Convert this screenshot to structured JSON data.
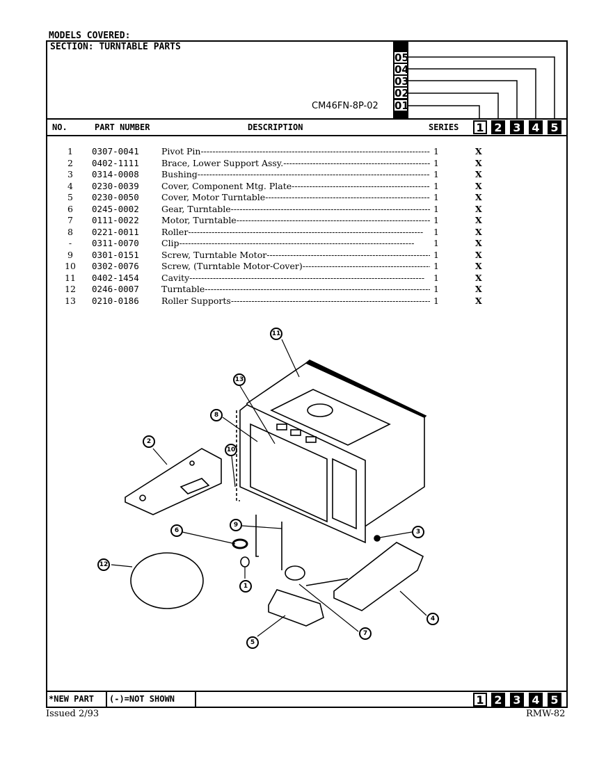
{
  "header": {
    "models_covered": "MODELS COVERED:",
    "section": "SECTION: TURNTABLE PARTS",
    "model": "CM46FN-8P-02",
    "version_labels": [
      "05",
      "04",
      "03",
      "02",
      "01"
    ]
  },
  "columns": {
    "no": "NO.",
    "part_number": "PART NUMBER",
    "description": "DESCRIPTION",
    "series": "SERIES",
    "series_numbers": [
      "1",
      "2",
      "3",
      "4",
      "5"
    ]
  },
  "parts": [
    {
      "no": "1",
      "pn": "0307-0041",
      "desc": "Pivot Pin",
      "qty": "1",
      "x": "X"
    },
    {
      "no": "2",
      "pn": "0402-1111",
      "desc": "Brace, Lower Support Assy.",
      "qty": "1",
      "x": "X"
    },
    {
      "no": "3",
      "pn": "0314-0008",
      "desc": "Bushing",
      "qty": "1",
      "x": "X"
    },
    {
      "no": "4",
      "pn": "0230-0039",
      "desc": "Cover, Component Mtg. Plate",
      "qty": "1",
      "x": "X"
    },
    {
      "no": "5",
      "pn": "0230-0050",
      "desc": "Cover, Motor Turntable",
      "qty": "1",
      "x": "X"
    },
    {
      "no": "6",
      "pn": "0245-0002",
      "desc": "Gear, Turntable",
      "qty": "1",
      "x": "X"
    },
    {
      "no": "7",
      "pn": "0111-0022",
      "desc": "Motor, Turntable",
      "qty": "1",
      "x": "X"
    },
    {
      "no": "8",
      "pn": "0221-0011",
      "desc": "Roller",
      "qty": "1",
      "x": "X"
    },
    {
      "no": "-",
      "pn": "0311-0070",
      "desc": "Clip",
      "qty": "1",
      "x": "X"
    },
    {
      "no": "9",
      "pn": "0301-0151",
      "desc": "Screw, Turntable Motor",
      "qty": "1",
      "x": "X"
    },
    {
      "no": "10",
      "pn": "0302-0076",
      "desc": "Screw, (Turntable Motor-Cover)",
      "qty": "1",
      "x": "X"
    },
    {
      "no": "11",
      "pn": "0402-1454",
      "desc": "Cavity",
      "qty": "1",
      "x": "X"
    },
    {
      "no": "12",
      "pn": "0246-0007",
      "desc": "Turntable",
      "qty": "1",
      "x": "X"
    },
    {
      "no": "13",
      "pn": "0210-0186",
      "desc": "Roller Supports",
      "qty": "1",
      "x": "X"
    }
  ],
  "callouts": [
    "11",
    "13",
    "8",
    "2",
    "10",
    "9",
    "6",
    "12",
    "1",
    "3",
    "4",
    "7",
    "5"
  ],
  "footer": {
    "new_part": "*NEW PART",
    "not_shown": "(-)=NOT SHOWN",
    "issued": "Issued 2/93",
    "doc_code": "RMW-82"
  }
}
